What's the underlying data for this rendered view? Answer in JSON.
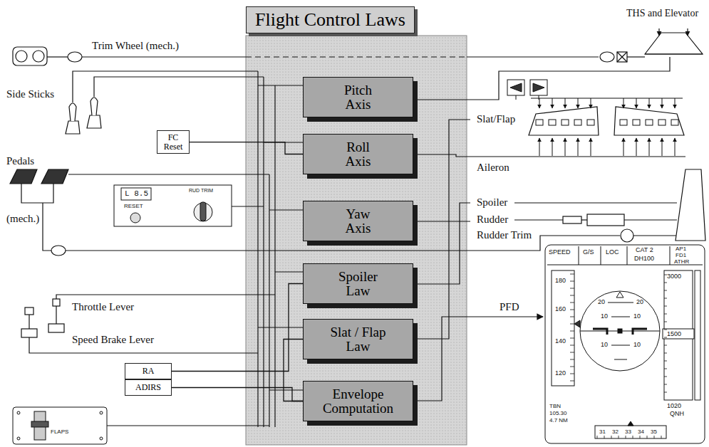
{
  "diagram": {
    "title": "Flight Control Laws",
    "nodes": [
      {
        "text": [
          "Pitch Axis"
        ]
      },
      {
        "text": [
          "FC Reset"
        ]
      },
      {
        "text": [
          "Roll Axis"
        ]
      },
      {
        "text": [
          "Yaw Axis"
        ]
      },
      {
        "text": [
          "Spoiler Law"
        ]
      },
      {
        "text": [
          "Slat / Flap Law"
        ]
      },
      {
        "text": [
          "RA"
        ]
      },
      {
        "text": [
          "ADIRS"
        ]
      },
      {
        "text": [
          "Envelope Computation"
        ]
      }
    ],
    "edges": [
      {
        "from": 1,
        "to": 2,
        "arrow": "none"
      },
      {
        "from": 6,
        "to": 4,
        "arrow": "none"
      },
      {
        "from": 7,
        "to": 8,
        "arrow": "none"
      },
      {
        "from": 5,
        "to": 8,
        "arrow": "none"
      }
    ],
    "labels": [
      "Trim Wheel (mech.)",
      "THS and Elevator",
      "Side Sticks",
      "Pedals",
      "(mech.)",
      "L 8.5",
      "RESET",
      "RUD TRIM",
      "Slat/Flap",
      "Aileron",
      "Spoiler",
      "Rudder",
      "Rudder Trim",
      "Throttle Lever",
      "Speed Brake Lever",
      "FLAPS",
      "PFD",
      "SPEED",
      "G/S",
      "LOC",
      "CAT 2",
      "DH100",
      "AP1",
      "FD1",
      "ATHR",
      "180",
      "160",
      "140",
      "120",
      "20",
      "20",
      "10",
      "10",
      "10",
      "10",
      "3000",
      "1500",
      "1020",
      "QNH",
      "TBN",
      "105.30",
      "4.7 NM",
      "31",
      "32",
      "33",
      "34",
      "35"
    ]
  }
}
